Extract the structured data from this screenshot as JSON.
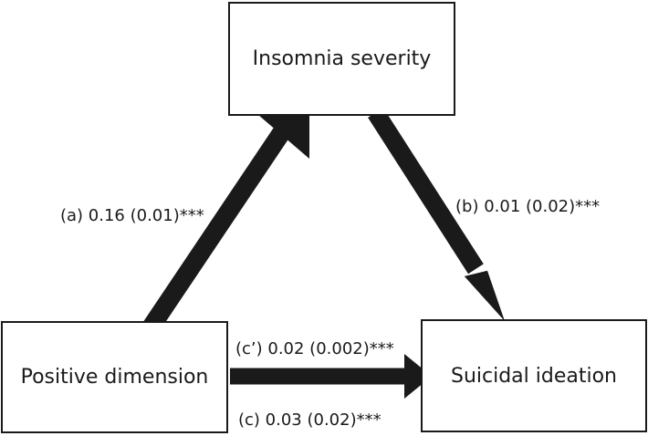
{
  "nodes": {
    "mediator": "Insomnia severity",
    "predictor": "Positive dimension",
    "outcome": "Suicidal ideation"
  },
  "paths": {
    "a": "(a) 0.16 (0.01)***",
    "b": "(b) 0.01 (0.02)***",
    "c_prime": "(c’) 0.02 (0.002)***",
    "c": "(c) 0.03 (0.02)***"
  },
  "colors": {
    "arrow": "#1a1a1a",
    "box_border": "#1a1a1a",
    "text": "#1a1a1a"
  }
}
